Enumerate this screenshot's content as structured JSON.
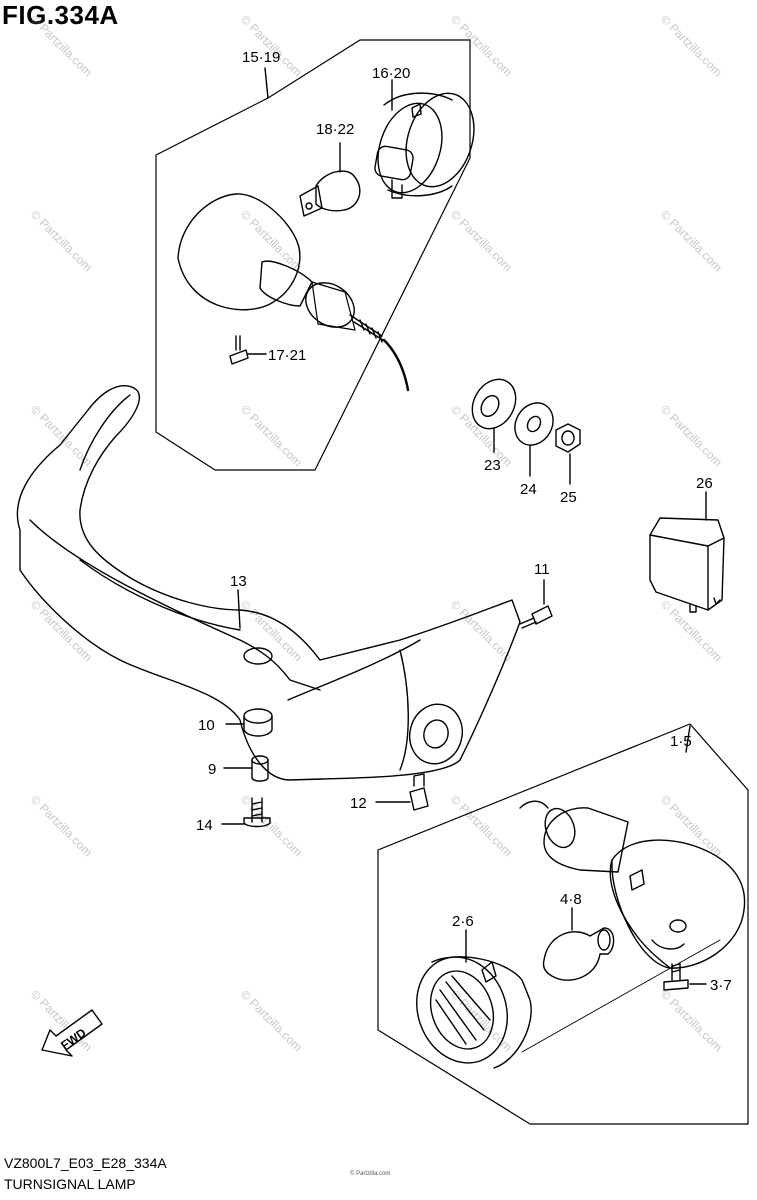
{
  "figure": {
    "title": "FIG.334A"
  },
  "footer": {
    "code": "VZ800L7_E03_E28_334A",
    "name": "TURNSIGNAL LAMP"
  },
  "watermark": {
    "text": "© Partzilla.com",
    "color": "#9a9a9a"
  },
  "direction_arrow": {
    "label": "FWD"
  },
  "callouts": {
    "c15_19": "15·19",
    "c16_20": "16·20",
    "c18_22": "18·22",
    "c17_21": "17·21",
    "c23": "23",
    "c24": "24",
    "c25": "25",
    "c26": "26",
    "c11": "11",
    "c13": "13",
    "c1_5": "1·5",
    "c10": "10",
    "c9": "9",
    "c12": "12",
    "c14": "14",
    "c4_8": "4·8",
    "c2_6": "2·6",
    "c3_7": "3·7"
  }
}
